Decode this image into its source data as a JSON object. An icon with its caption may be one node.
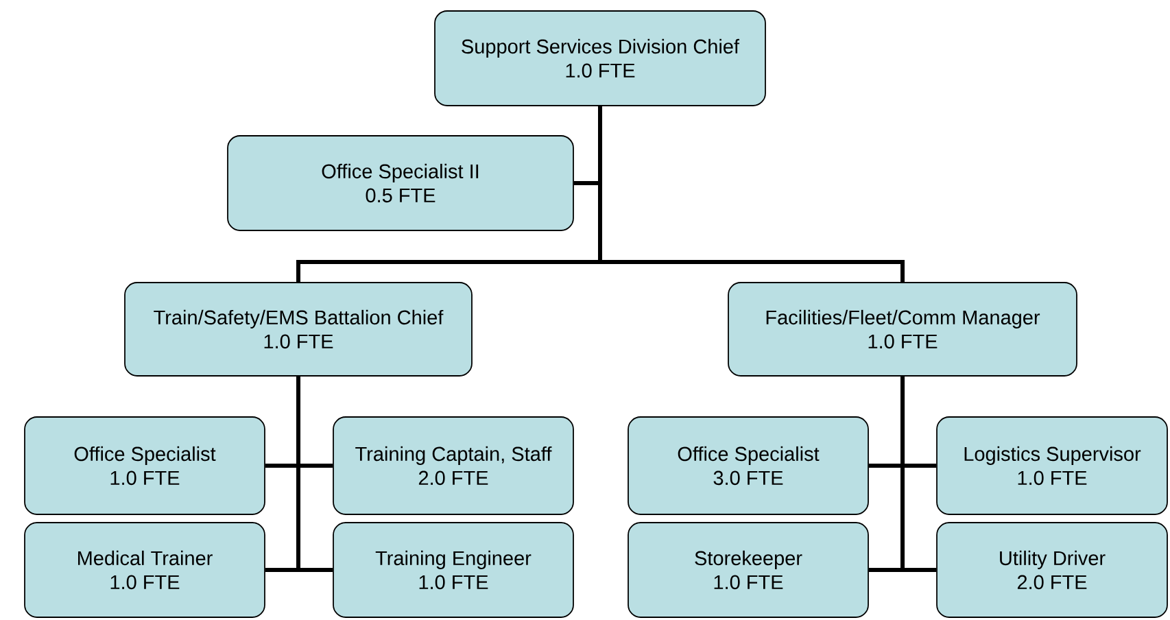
{
  "diagram": {
    "nodes": [
      {
        "text": [
          "Support Services Division Chief",
          "1.0 FTE"
        ]
      },
      {
        "text": [
          "Office Specialist II",
          "0.5 FTE"
        ]
      },
      {
        "text": [
          "Train/Safety/EMS Battalion Chief",
          "1.0 FTE"
        ]
      },
      {
        "text": [
          "Facilities/Fleet/Comm Manager",
          "1.0 FTE"
        ]
      },
      {
        "text": [
          "Office Specialist",
          "1.0 FTE"
        ]
      },
      {
        "text": [
          "Training Captain, Staff",
          "2.0 FTE"
        ]
      },
      {
        "text": [
          "Medical Trainer",
          "1.0 FTE"
        ]
      },
      {
        "text": [
          "Training Engineer",
          "1.0 FTE"
        ]
      },
      {
        "text": [
          "Office Specialist",
          "3.0 FTE"
        ]
      },
      {
        "text": [
          "Logistics Supervisor",
          "1.0 FTE"
        ]
      },
      {
        "text": [
          "Storekeeper",
          "1.0 FTE"
        ]
      },
      {
        "text": [
          "Utility Driver",
          "2.0 FTE"
        ]
      }
    ],
    "edges": [
      {
        "from": 0,
        "to": 1,
        "arrow": "none"
      },
      {
        "from": 0,
        "to": 2,
        "arrow": "none"
      },
      {
        "from": 0,
        "to": 3,
        "arrow": "none"
      },
      {
        "from": 2,
        "to": 4,
        "arrow": "none"
      },
      {
        "from": 2,
        "to": 5,
        "arrow": "none"
      },
      {
        "from": 2,
        "to": 6,
        "arrow": "none"
      },
      {
        "from": 2,
        "to": 7,
        "arrow": "none"
      },
      {
        "from": 3,
        "to": 8,
        "arrow": "none"
      },
      {
        "from": 3,
        "to": 9,
        "arrow": "none"
      },
      {
        "from": 3,
        "to": 10,
        "arrow": "none"
      },
      {
        "from": 3,
        "to": 11,
        "arrow": "none"
      }
    ]
  }
}
